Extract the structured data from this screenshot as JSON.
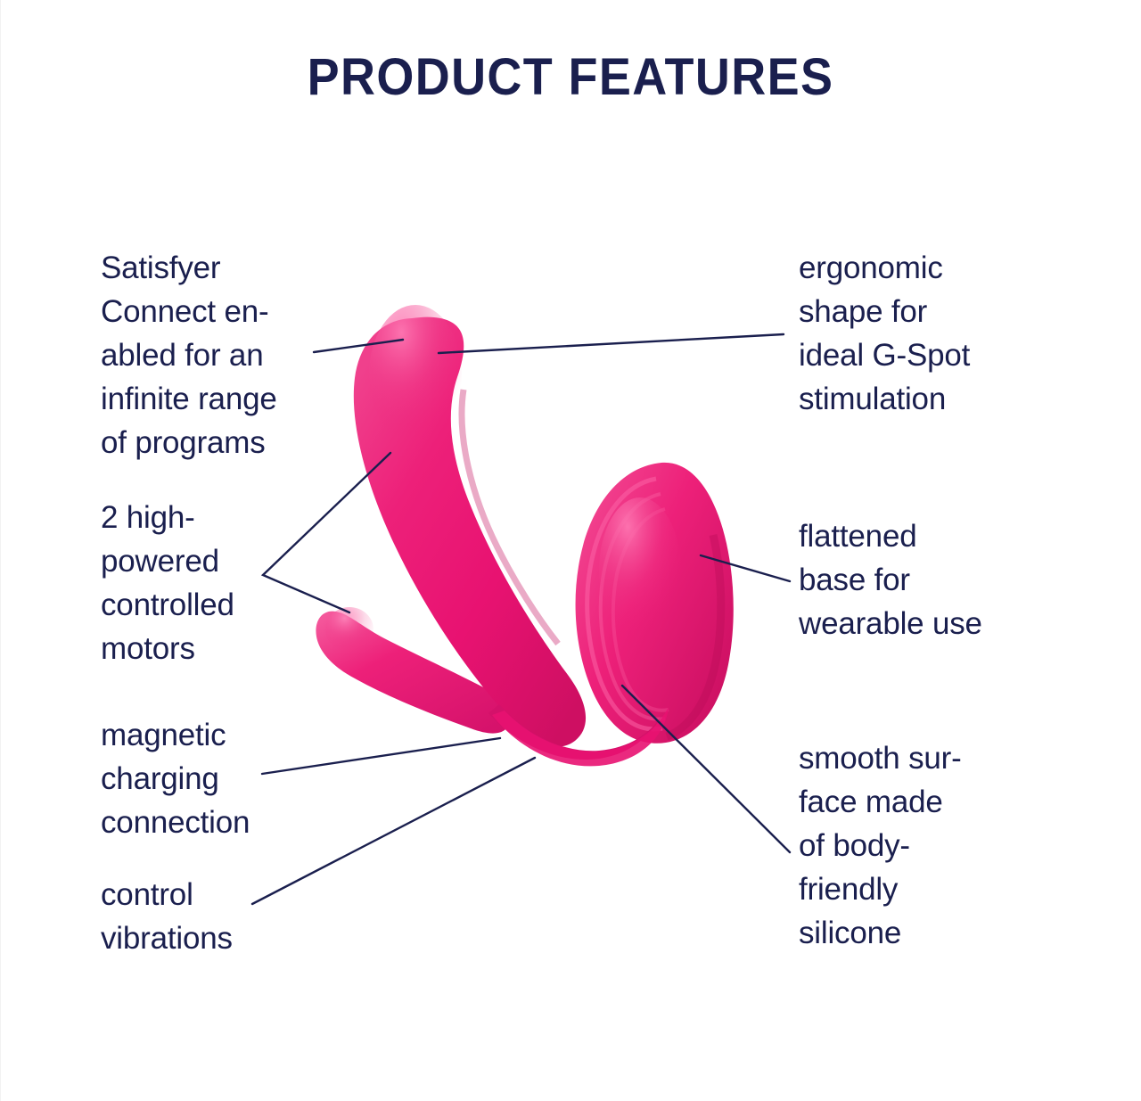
{
  "page": {
    "title": "PRODUCT FEATURES",
    "background_color": "#ffffff",
    "text_color": "#1a1f4e",
    "product_color": "#ED2079",
    "product_highlight_color": "#F7569F",
    "product_shadow_color": "#C2105F",
    "leader_line_color": "#1a1f4e"
  },
  "callouts": {
    "left": [
      {
        "id": "satisfyer-connect",
        "text": "Satisfyer\nConnect en-\nabled for an\ninfinite range\nof programs"
      },
      {
        "id": "motors",
        "text": "2 high-\npowered\ncontrolled\nmotors"
      },
      {
        "id": "magnetic-charging",
        "text": "magnetic\ncharging\nconnection"
      },
      {
        "id": "control-vibrations",
        "text": "control\nvibrations"
      }
    ],
    "right": [
      {
        "id": "ergonomic-shape",
        "text": "ergonomic\nshape for\nideal G-Spot\nstimulation"
      },
      {
        "id": "flattened-base",
        "text": "flattened\nbase for\nwearable use"
      },
      {
        "id": "smooth-surface",
        "text": "smooth sur-\nface made\nof body-\nfriendly\nsilicone"
      }
    ]
  },
  "product": {
    "name": "pink-silicone-wearable-vibrator",
    "parts": [
      "upper-g-spot-arm",
      "small-clitoral-arm",
      "flattened-wearable-base"
    ]
  }
}
